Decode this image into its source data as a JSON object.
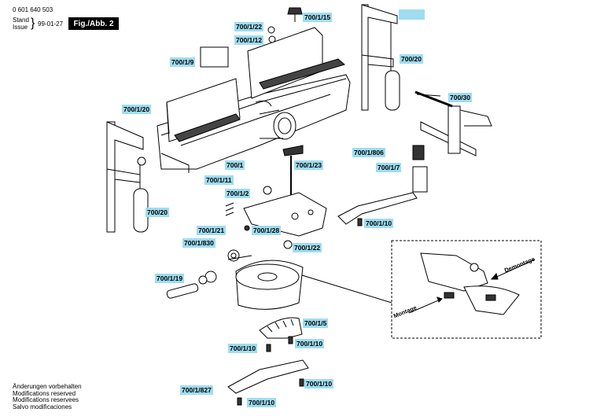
{
  "header": {
    "part_number": "0 601 640 503",
    "stand_label": "Stand",
    "issue_label": "Issue",
    "date": "99-01-27",
    "fig_label": "Fig./Abb. 2"
  },
  "labels": [
    {
      "id": "l1",
      "text": "700/1/15"
    },
    {
      "id": "l2",
      "text": "700/1/22"
    },
    {
      "id": "l3",
      "text": "700/1/12"
    },
    {
      "id": "l4",
      "text": "700/1/9"
    },
    {
      "id": "l5",
      "text": "700/20"
    },
    {
      "id": "l6",
      "text": "700/30"
    },
    {
      "id": "l7",
      "text": "700/1/20"
    },
    {
      "id": "l8",
      "text": "700/1"
    },
    {
      "id": "l9",
      "text": "700/1/23"
    },
    {
      "id": "l10",
      "text": "700/1/806"
    },
    {
      "id": "l11",
      "text": "700/1/7"
    },
    {
      "id": "l12",
      "text": "700/1/11"
    },
    {
      "id": "l13",
      "text": "700/1/2"
    },
    {
      "id": "l14",
      "text": "700/20"
    },
    {
      "id": "l15",
      "text": "700/1/21"
    },
    {
      "id": "l16",
      "text": "700/1/28"
    },
    {
      "id": "l17",
      "text": "700/1/10"
    },
    {
      "id": "l18",
      "text": "700/1/830"
    },
    {
      "id": "l19",
      "text": "700/1/22"
    },
    {
      "id": "l20",
      "text": "700/1/19"
    },
    {
      "id": "l21",
      "text": "700/1/5"
    },
    {
      "id": "l22",
      "text": "700/1/10"
    },
    {
      "id": "l23",
      "text": "700/1/10"
    },
    {
      "id": "l24",
      "text": "700/1/827"
    },
    {
      "id": "l25",
      "text": "700/1/10"
    },
    {
      "id": "l26",
      "text": "700/1/10"
    }
  ],
  "inset": {
    "montage": "Montage",
    "demontage": "Demontage"
  },
  "footer": [
    "Änderungen vorbehalten",
    "Modifications reserved",
    "Modifications reservees",
    "Salvo modificaciones"
  ],
  "colors": {
    "label_bg": "#9fdcf0",
    "line": "#000000"
  }
}
